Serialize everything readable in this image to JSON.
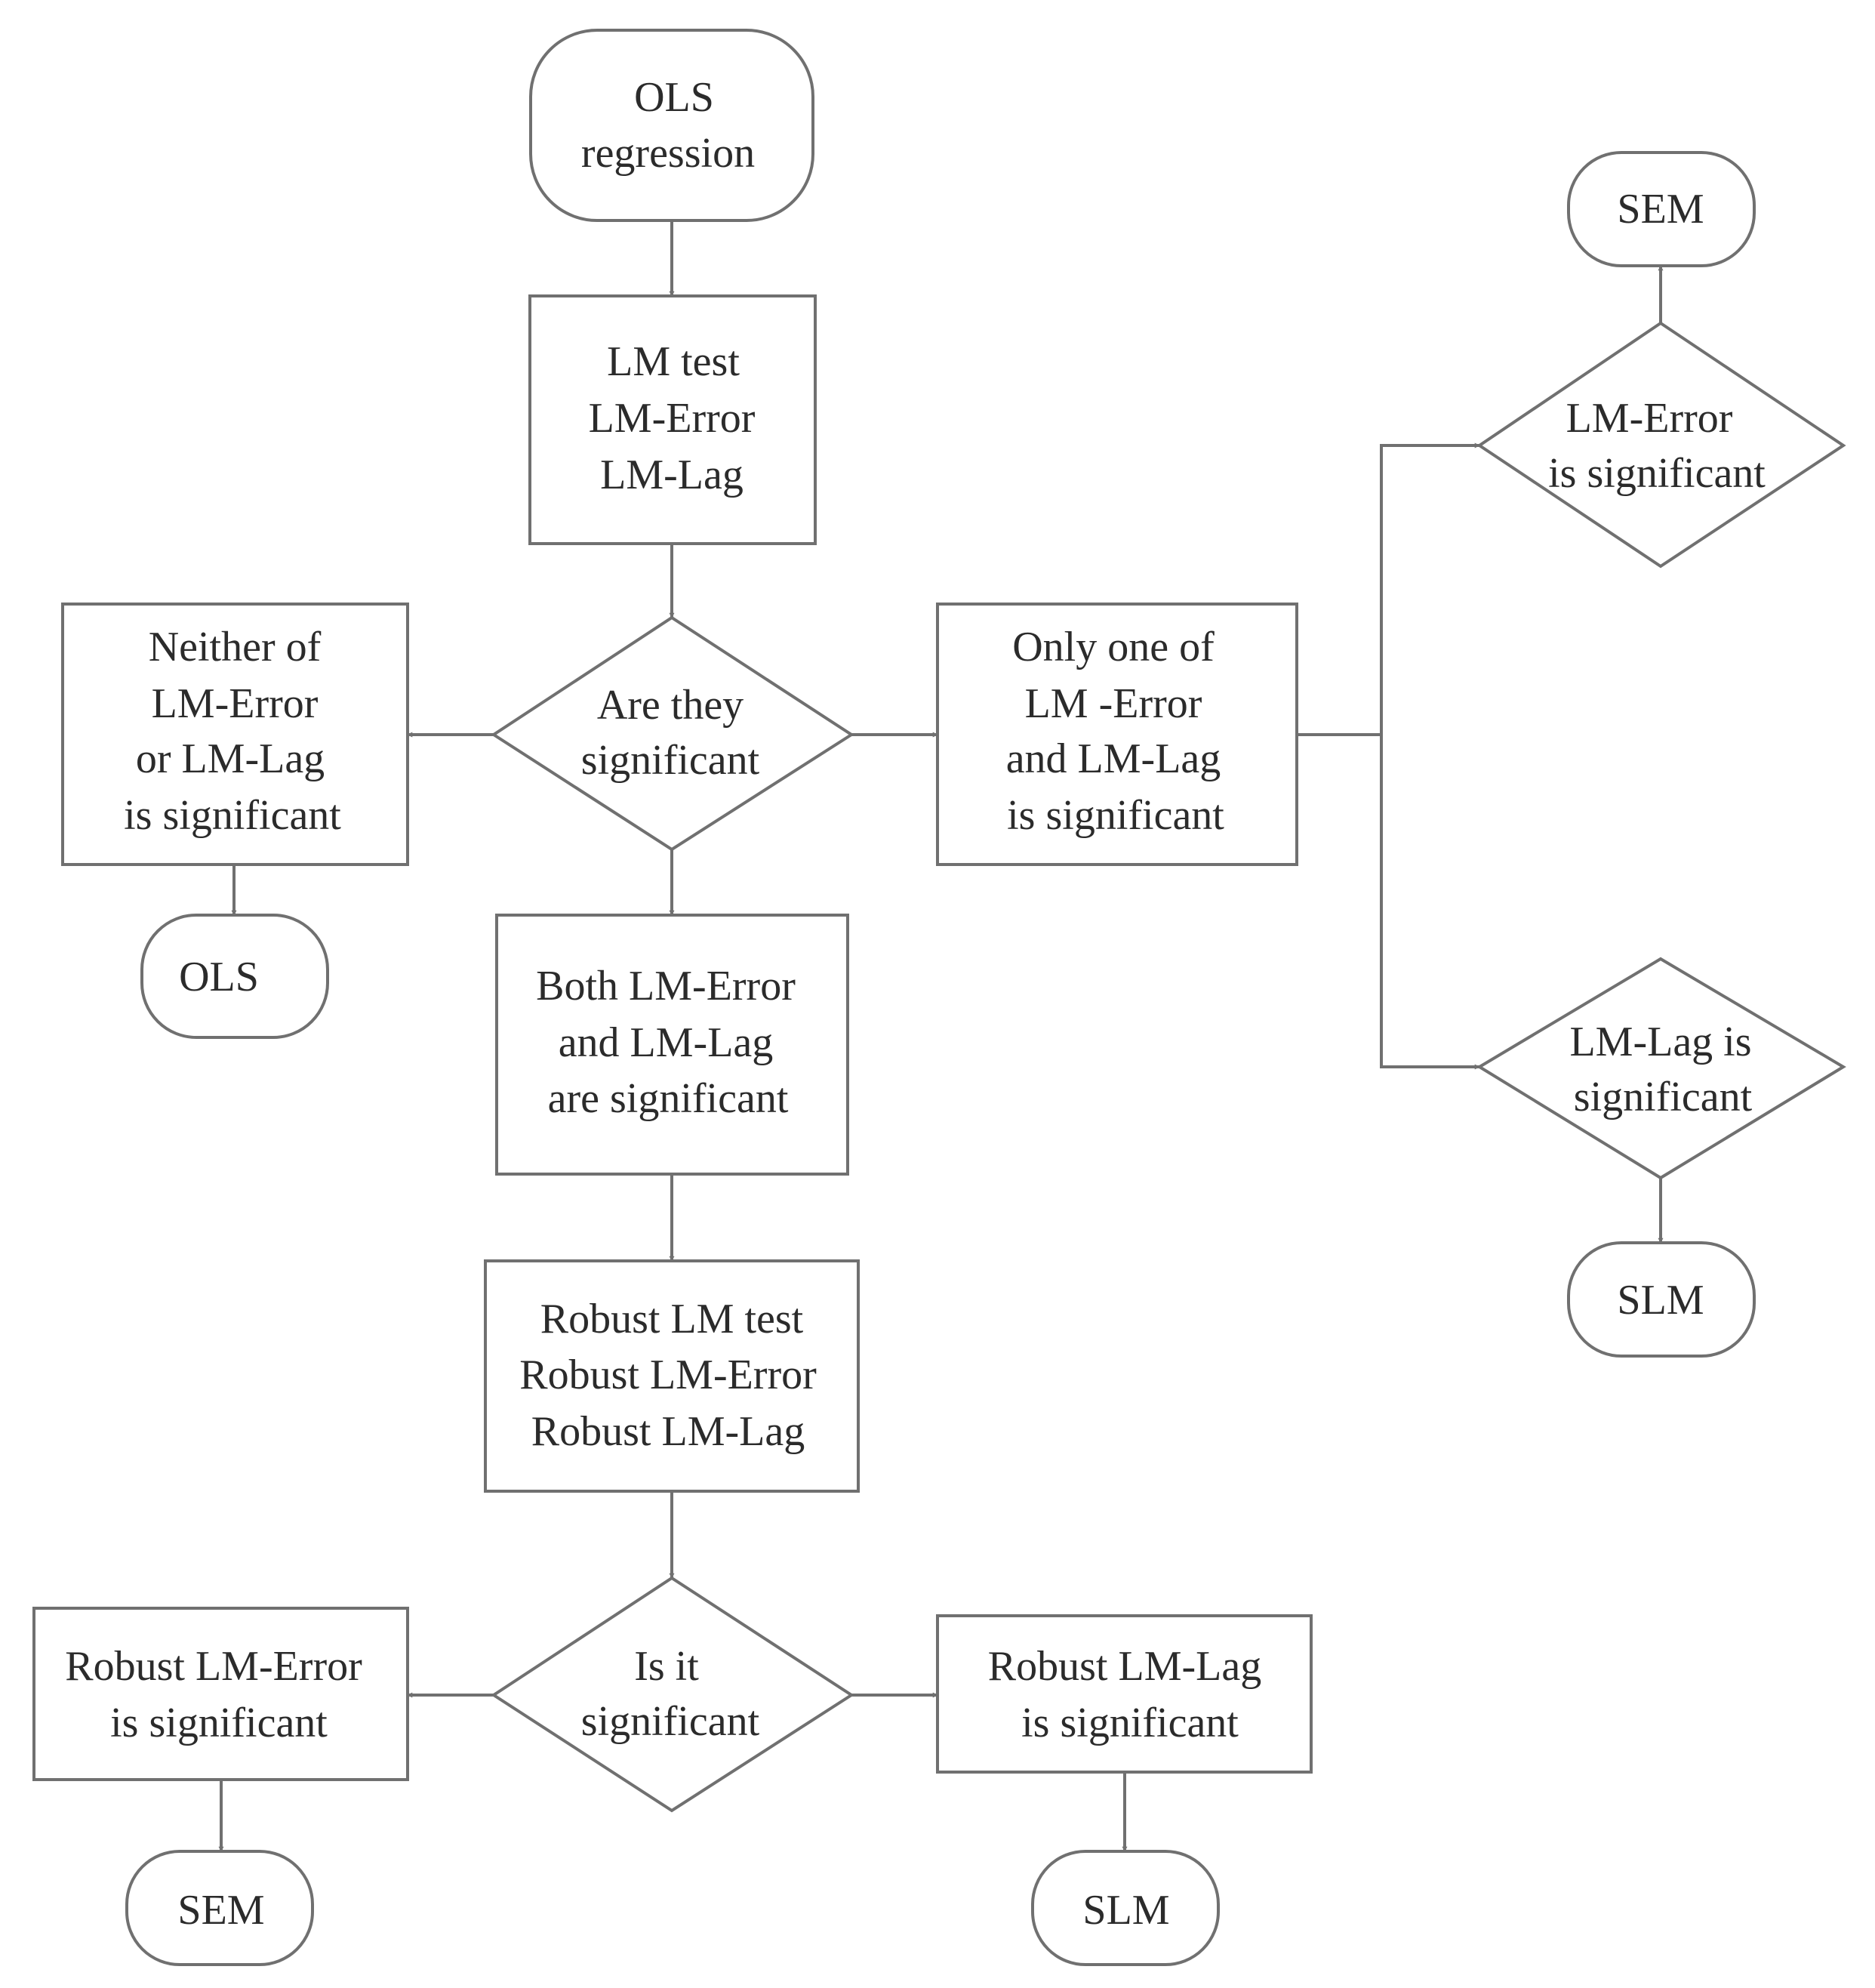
{
  "nodes": {
    "ols_regression": [
      "OLS",
      "regression"
    ],
    "lm_test": [
      "LM test",
      "LM-Error",
      "LM-Lag"
    ],
    "decision_are_they": [
      "Are they",
      "significant"
    ],
    "neither": [
      "Neither of",
      "LM-Error",
      "or LM-Lag",
      "is significant"
    ],
    "ols_result": [
      "OLS"
    ],
    "only_one": [
      "Only one of",
      "LM -Error",
      "and LM-Lag",
      "is significant"
    ],
    "both": [
      "Both LM-Error",
      "and LM-Lag",
      "are significant"
    ],
    "robust_test": [
      "Robust LM test",
      "Robust LM-Error",
      "Robust LM-Lag"
    ],
    "decision_is_it": [
      "Is it",
      "significant"
    ],
    "robust_error": [
      "Robust LM-Error",
      "is significant"
    ],
    "robust_lag": [
      "Robust LM-Lag",
      "is significant"
    ],
    "sem_bottom": [
      "SEM"
    ],
    "slm_bottom": [
      "SLM"
    ],
    "decision_lm_error": [
      "LM-Error",
      "is significant"
    ],
    "decision_lm_lag": [
      "LM-Lag is",
      "significant"
    ],
    "sem_top": [
      "SEM"
    ],
    "slm_right": [
      "SLM"
    ]
  }
}
